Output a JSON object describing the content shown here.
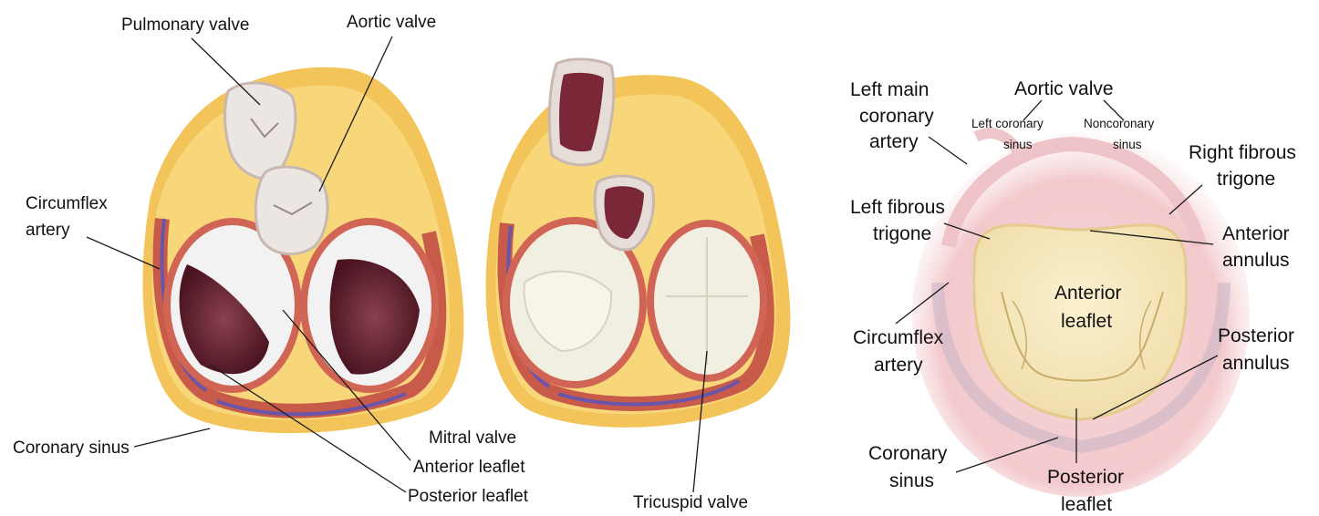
{
  "left_labels": {
    "pulmonary_valve": "Pulmonary valve",
    "aortic_valve": "Aortic valve",
    "circumflex_line1": "Circumflex",
    "circumflex_line2": "artery",
    "coronary_sinus": "Coronary sinus",
    "mitral_valve": "Mitral valve",
    "anterior_leaflet": "Anterior leaflet",
    "posterior_leaflet": "Posterior leaflet",
    "tricuspid_valve": "Tricuspid valve"
  },
  "right_labels": {
    "left_main_line1": "Left main",
    "left_main_line2": "coronary",
    "left_main_line3": "artery",
    "aortic_valve": "Aortic valve",
    "left_coronary_sinus_line1": "Left coronary",
    "left_coronary_sinus_line2": "sinus",
    "noncoronary_sinus_line1": "Noncoronary",
    "noncoronary_sinus_line2": "sinus",
    "right_fibrous_line1": "Right fibrous",
    "right_fibrous_line2": "trigone",
    "left_fibrous_line1": "Left fibrous",
    "left_fibrous_line2": "trigone",
    "anterior_annulus_line1": "Anterior",
    "anterior_annulus_line2": "annulus",
    "anterior_leaflet_line1": "Anterior",
    "anterior_leaflet_line2": "leaflet",
    "circumflex_line1": "Circumflex",
    "circumflex_line2": "artery",
    "posterior_annulus_line1": "Posterior",
    "posterior_annulus_line2": "annulus",
    "coronary_sinus_line1": "Coronary",
    "coronary_sinus_line2": "sinus",
    "posterior_leaflet_line1": "Posterior",
    "posterior_leaflet_line2": "leaflet"
  }
}
